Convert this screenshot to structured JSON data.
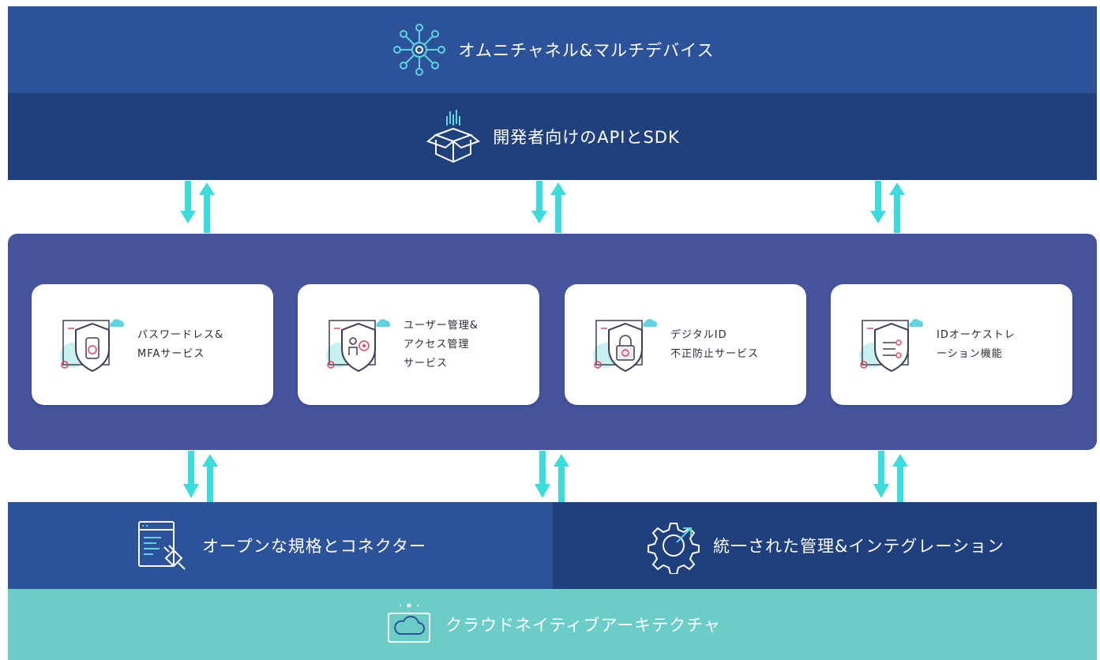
{
  "layers": {
    "omnichannel": "オムニチャネル&マルチデバイス",
    "api_sdk": "開発者向けのAPIとSDK",
    "open_standards": "オープンな規格とコネクター",
    "unified_management": "統一された管理&インテグレーション",
    "cloud_native": "クラウドネイティブアーキテクチャ"
  },
  "services": [
    {
      "label": "パスワードレス&\nMFAサービス",
      "icon": "fingerprint-shield-icon"
    },
    {
      "label": "ユーザー管理&\nアクセス管理\nサービス",
      "icon": "user-shield-icon"
    },
    {
      "label": "デジタルID\n不正防止サービス",
      "icon": "lock-shield-icon"
    },
    {
      "label": "IDオーケストレ\nーション機能",
      "icon": "orchestration-shield-icon"
    }
  ],
  "colors": {
    "band_primary": "#2c5299",
    "band_dark": "#1f3f7d",
    "platform": "#46549e",
    "base": "#6ccdc8",
    "arrow": "#3ddcdc",
    "accent_red": "#e8435a"
  },
  "icons": [
    "network-hub-icon",
    "open-box-icon",
    "code-plug-icon",
    "gear-icon",
    "cloud-icon",
    "arrow-down-icon",
    "arrow-up-icon"
  ]
}
